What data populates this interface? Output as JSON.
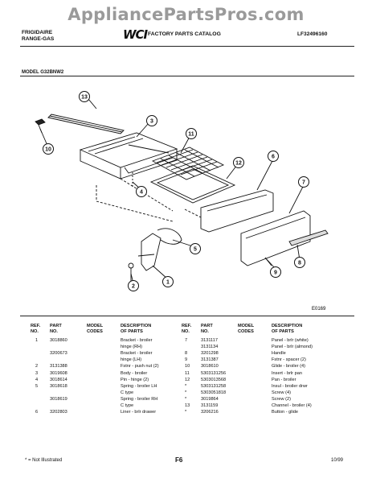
{
  "watermark": "AppliancePartsPros.com",
  "header": {
    "brand_line1": "FRIGIDAIRE",
    "brand_line2": "RANGE-GAS",
    "logo": "WCI",
    "catalog_title": "FACTORY PARTS CATALOG",
    "catalog_number": "LF32496160",
    "model": "MODEL G32BNW2"
  },
  "diagram": {
    "callouts": [
      "13",
      "3",
      "10",
      "11",
      "6",
      "12",
      "4",
      "7",
      "5",
      "9",
      "8",
      "2",
      "1"
    ],
    "figure_code": "E0169"
  },
  "table": {
    "headers": {
      "ref": [
        "REF.",
        "NO."
      ],
      "part": [
        "PART",
        "NO."
      ],
      "model": [
        "MODEL",
        "CODES"
      ],
      "desc": [
        "DESCRIPTION",
        "OF PARTS"
      ]
    },
    "left_rows": [
      {
        "ref": "1",
        "part": "3018860",
        "model": "",
        "desc": "Bracket - broiler"
      },
      {
        "ref": "",
        "part": "",
        "model": "",
        "desc": "hinge (RH)"
      },
      {
        "ref": "",
        "part": "3200673",
        "model": "",
        "desc": "Bracket - broiler"
      },
      {
        "ref": "",
        "part": "",
        "model": "",
        "desc": "hinge (LH)"
      },
      {
        "ref": "2",
        "part": "3131388",
        "model": "",
        "desc": "Fstnr - push nut (2)"
      },
      {
        "ref": "3",
        "part": "3019608",
        "model": "",
        "desc": "Body - broiler"
      },
      {
        "ref": "4",
        "part": "3018614",
        "model": "",
        "desc": "Pin - hinge (2)"
      },
      {
        "ref": "5",
        "part": "3018618",
        "model": "",
        "desc": "Spring - broiler LH"
      },
      {
        "ref": "",
        "part": "",
        "model": "",
        "desc": "C type"
      },
      {
        "ref": "",
        "part": "3018619",
        "model": "",
        "desc": "Spring - broiler RH"
      },
      {
        "ref": "",
        "part": "",
        "model": "",
        "desc": "C type"
      },
      {
        "ref": "6",
        "part": "3202803",
        "model": "",
        "desc": "Liner - brlr drawer"
      }
    ],
    "right_rows": [
      {
        "ref": "7",
        "part": "3131117",
        "model": "",
        "desc": "Panel - brlr (white)"
      },
      {
        "ref": "",
        "part": "3131134",
        "model": "",
        "desc": "Panel - brlr (almond)"
      },
      {
        "ref": "8",
        "part": "3201298",
        "model": "",
        "desc": "Handle"
      },
      {
        "ref": "9",
        "part": "3131387",
        "model": "",
        "desc": "Fstnr - spacer (2)"
      },
      {
        "ref": "10",
        "part": "3018610",
        "model": "",
        "desc": "Glide - broiler (4)"
      },
      {
        "ref": "11",
        "part": "5303131256",
        "model": "",
        "desc": "Insert - brlr pan"
      },
      {
        "ref": "12",
        "part": "5303013568",
        "model": "",
        "desc": "Pan - broiler"
      },
      {
        "ref": "*",
        "part": "5303131258",
        "model": "",
        "desc": "Insul - broiler drwr"
      },
      {
        "ref": "*",
        "part": "5303051818",
        "model": "",
        "desc": "Screw (4)"
      },
      {
        "ref": "*",
        "part": "3019864",
        "model": "",
        "desc": "Screw (2)"
      },
      {
        "ref": "13",
        "part": "3131159",
        "model": "",
        "desc": "Channel - broiler (4)"
      },
      {
        "ref": "*",
        "part": "3206216",
        "model": "",
        "desc": "Button - glide"
      }
    ]
  },
  "footer": {
    "note": "* = Not Illustrated",
    "page": "F6",
    "date": "10/99"
  }
}
